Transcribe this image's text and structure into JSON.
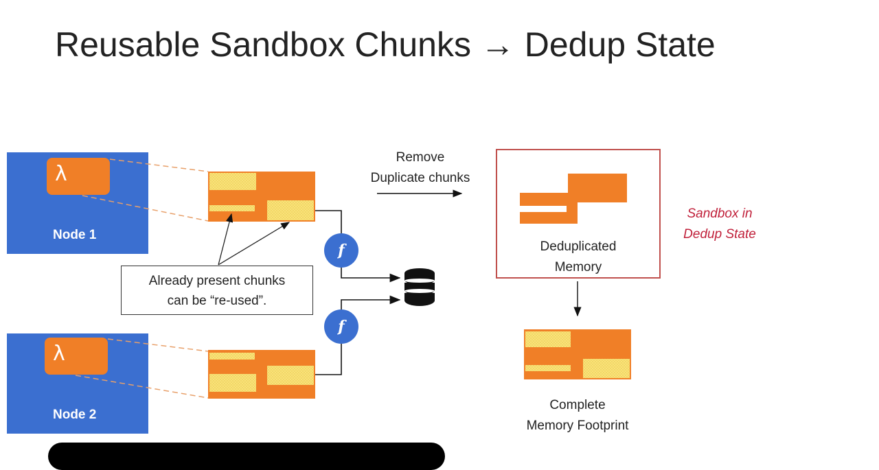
{
  "slide": {
    "title": "Reusable Sandbox Chunks → Dedup State"
  },
  "nodes": [
    {
      "lambda_symbol": "λ",
      "label": "Node 1"
    },
    {
      "lambda_symbol": "λ",
      "label": "Node 2"
    }
  ],
  "callout": {
    "line1": "Already present chunks",
    "line2": "can be “re-used”."
  },
  "remove_label": {
    "line1": "Remove",
    "line2": "Duplicate chunks"
  },
  "dedup_memory": {
    "line1": "Deduplicated",
    "line2": "Memory"
  },
  "side_note": {
    "line1": "Sandbox in",
    "line2": "Dedup State"
  },
  "footprint": {
    "line1": "Complete",
    "line2": "Memory Footprint"
  },
  "function_badge": "f",
  "colors": {
    "node_blue": "#3b6fd0",
    "chunk_orange": "#f07f27",
    "chunk_yellow": "#f9e27a",
    "dedup_border": "#c0504d",
    "side_note_red": "#c0203a"
  }
}
